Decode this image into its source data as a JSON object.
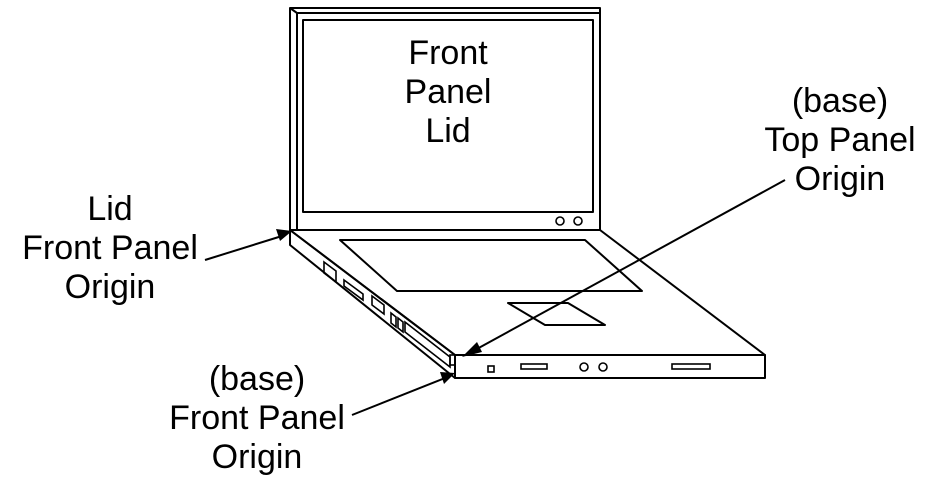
{
  "labels": {
    "lid_screen": [
      "Front",
      "Panel",
      "Lid"
    ],
    "top_panel_origin": [
      "(base)",
      "Top Panel",
      "Origin"
    ],
    "lid_front_panel_origin": [
      "Lid",
      "Front Panel",
      "Origin"
    ],
    "base_front_panel_origin": [
      "(base)",
      "Front Panel",
      "Origin"
    ]
  },
  "colors": {
    "line": "#000000",
    "background": "#ffffff"
  }
}
